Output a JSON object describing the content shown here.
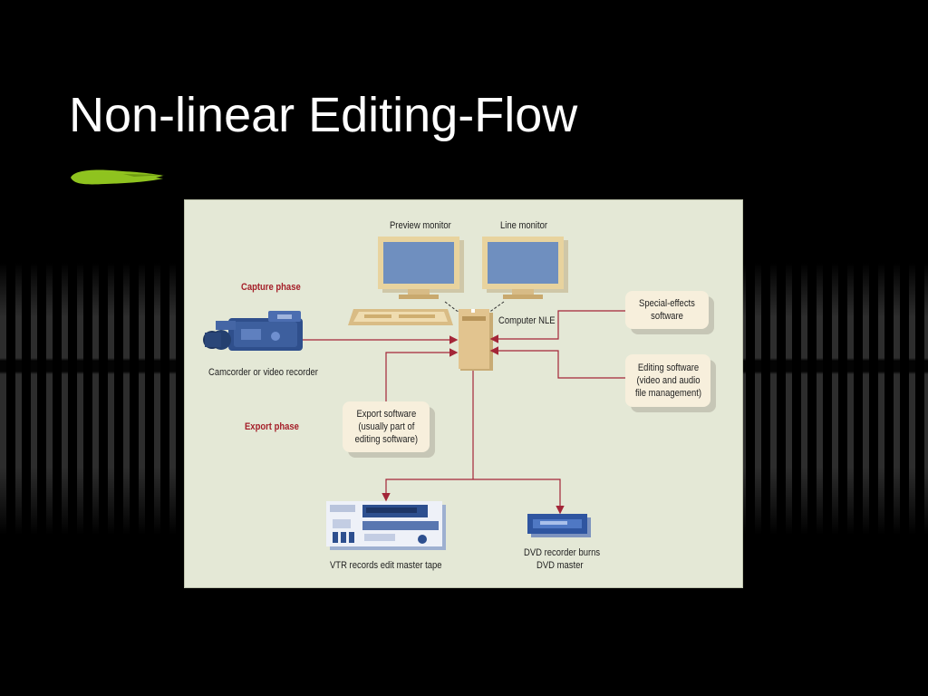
{
  "slide": {
    "title": "Non-linear Editing-Flow"
  },
  "diagram": {
    "phases": {
      "capture": "Capture phase",
      "export": "Export phase"
    },
    "devices": {
      "preview_monitor": "Preview monitor",
      "line_monitor": "Line monitor",
      "computer": "Computer NLE",
      "camcorder": "Camcorder or video recorder",
      "vtr": "VTR records edit master tape",
      "dvd_line1": "DVD recorder burns",
      "dvd_line2": "DVD master"
    },
    "boxes": {
      "special_effects": "Special-effects\nsoftware",
      "editing_software": "Editing software\n(video and audio\nfile management)",
      "export_software": "Export software\n(usually part of\nediting software)"
    },
    "colors": {
      "arrow": "#a32638",
      "panel": "#e4e8d6",
      "box": "#f7efdc",
      "monitor_screen": "#6f8fbf",
      "computer_tan": "#d9bc85",
      "camera_blue": "#3d5f9e",
      "brush_green": "#8fc31f"
    }
  }
}
